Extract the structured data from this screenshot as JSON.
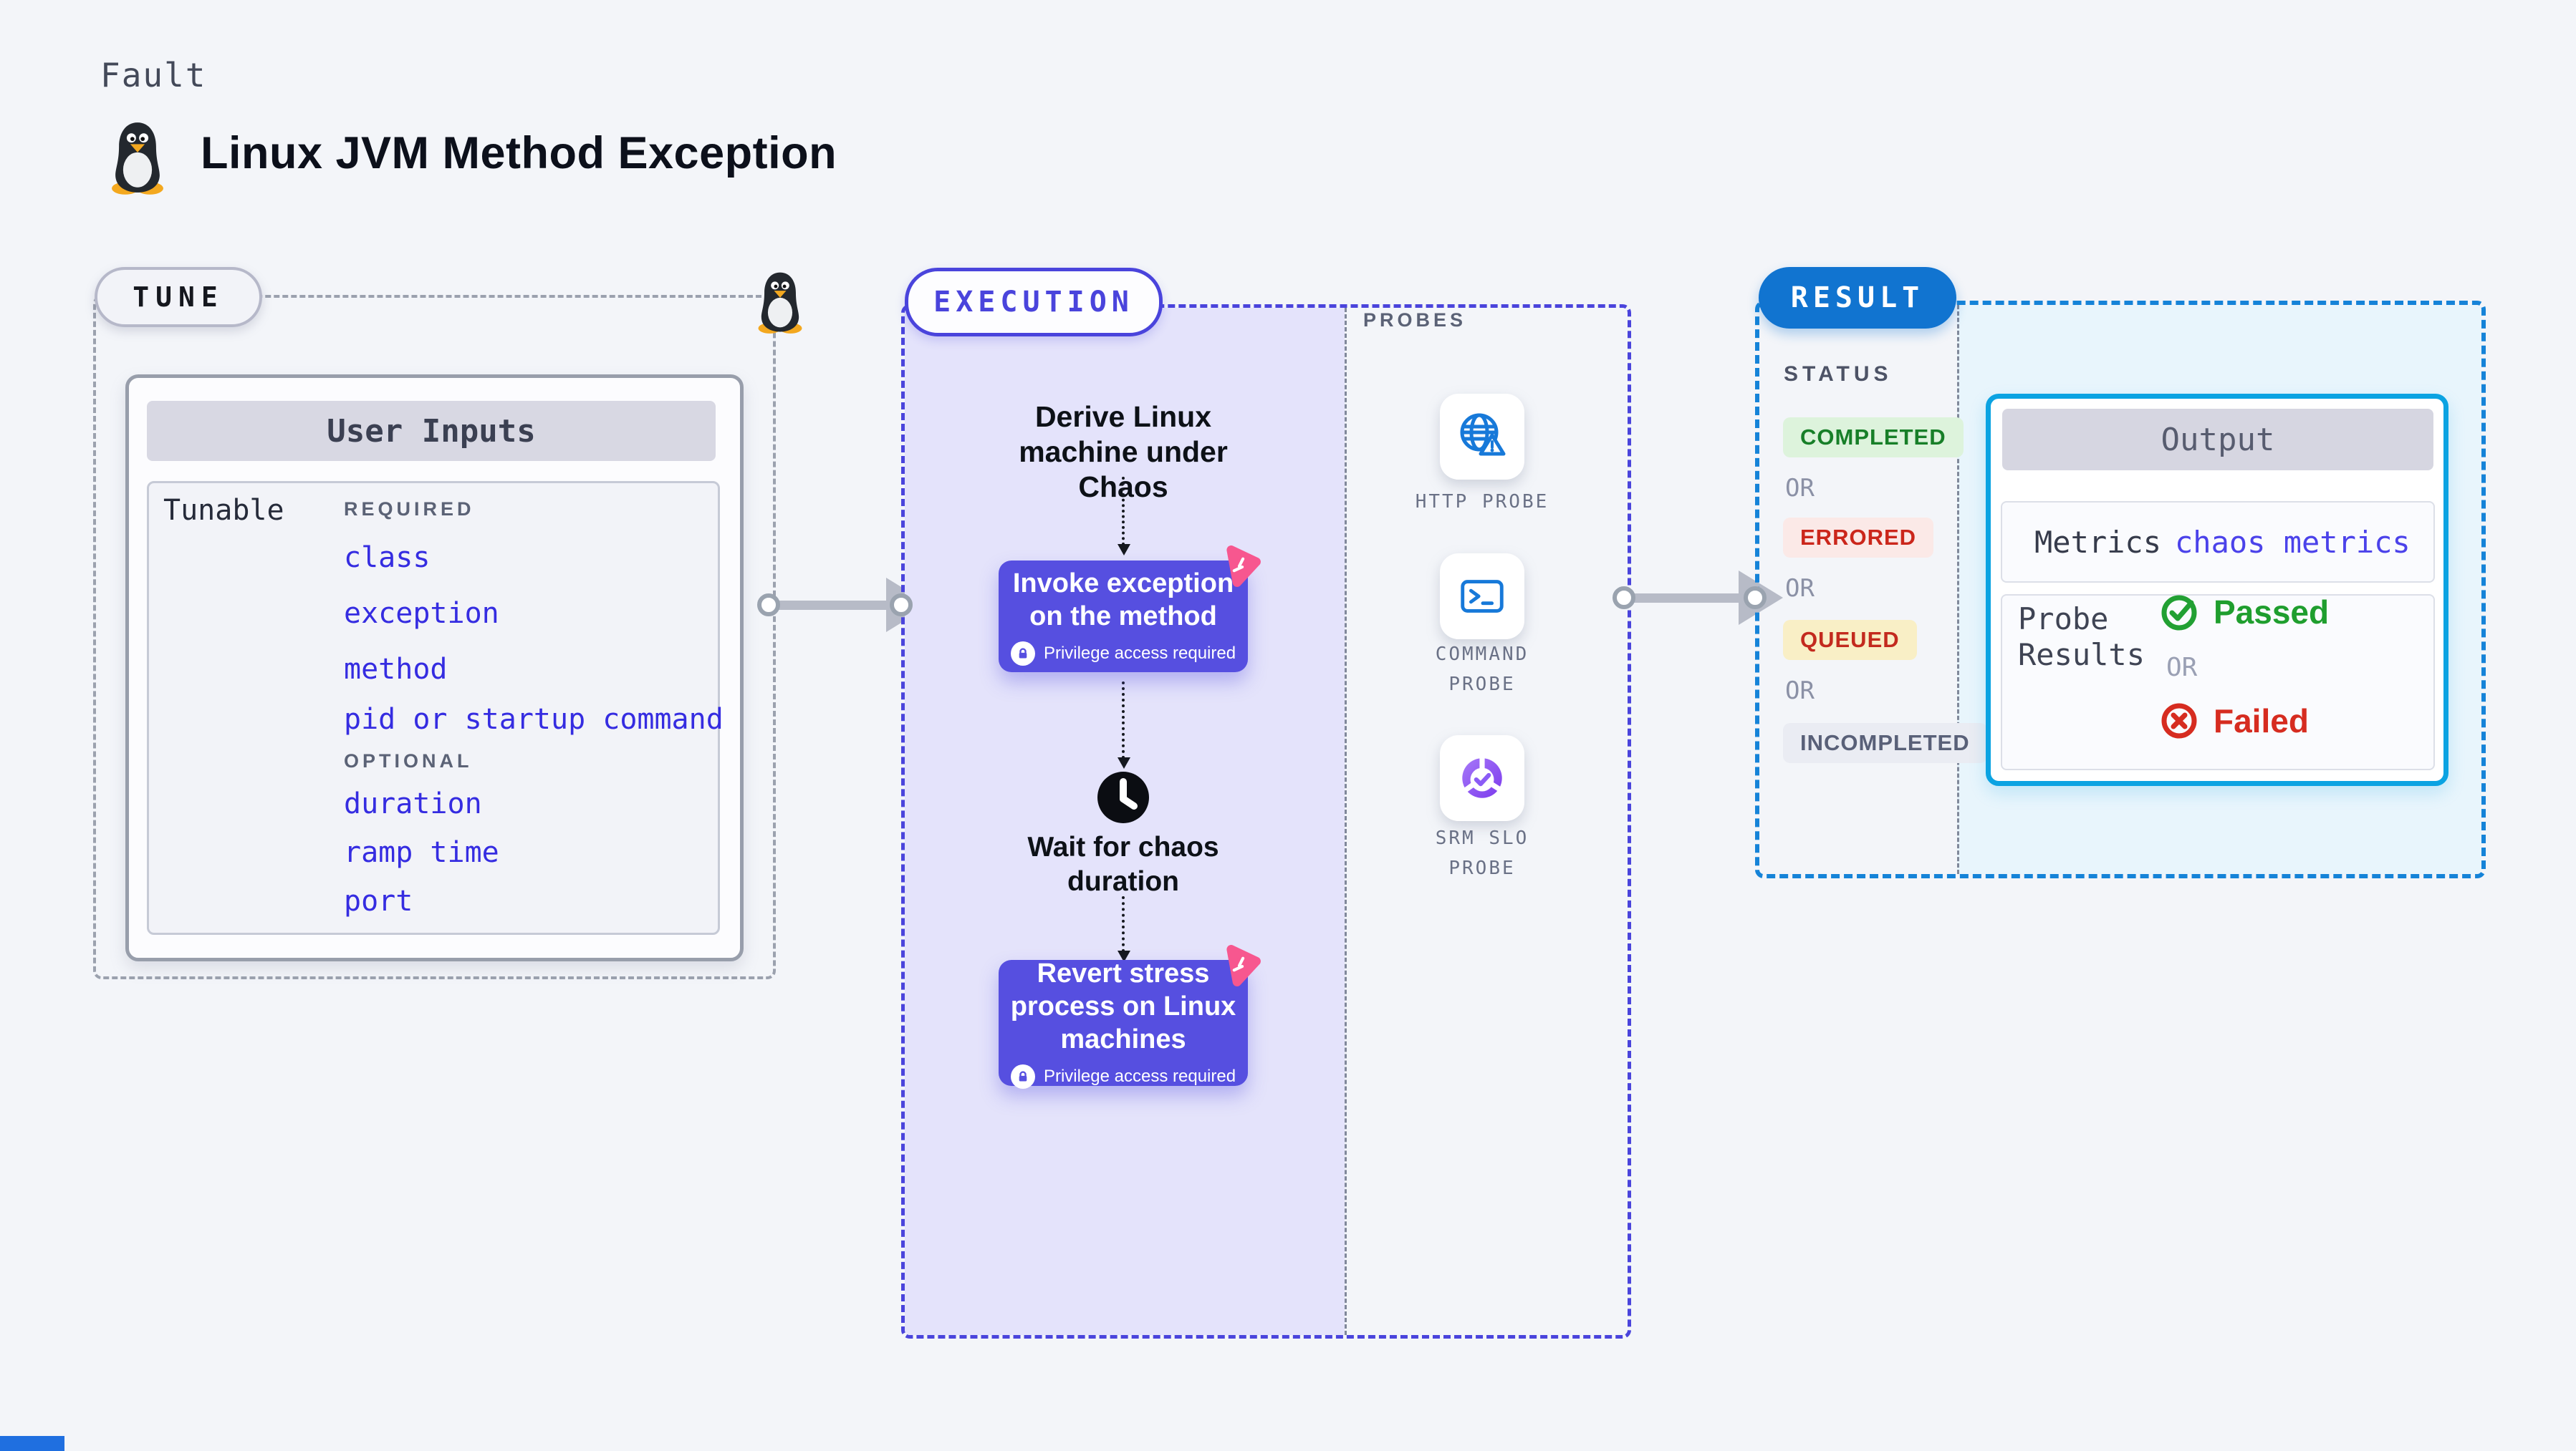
{
  "header": {
    "fault_label": "Fault",
    "title": "Linux JVM Method Exception",
    "penguin_icon": "tux-penguin-icon"
  },
  "tune": {
    "pill_label": "TUNE",
    "user_inputs_title": "User Inputs",
    "tunable_label": "Tunable",
    "required_label": "REQUIRED",
    "required_items": [
      "class",
      "exception",
      "method",
      "pid or startup command"
    ],
    "optional_label": "OPTIONAL",
    "optional_items": [
      "duration",
      "ramp time",
      "port"
    ]
  },
  "execution": {
    "pill_label": "EXECUTION",
    "step1": "Derive Linux machine under Chaos",
    "action1": "Invoke exception on the method",
    "privilege_note": "Privilege access required",
    "wait_step": "Wait for chaos duration",
    "action2": "Revert stress process on Linux machines"
  },
  "probes": {
    "label": "PROBES",
    "items": [
      {
        "name": "HTTP PROBE",
        "icon": "globe-alert-icon"
      },
      {
        "name": "COMMAND PROBE",
        "icon": "terminal-icon"
      },
      {
        "name": "SRM SLO PROBE",
        "icon": "slo-donut-check-icon"
      }
    ]
  },
  "result": {
    "pill_label": "RESULT",
    "status_label": "STATUS",
    "or_label": "OR",
    "statuses": [
      {
        "label": "COMPLETED",
        "text_color": "#177f28",
        "bg_color": "#ddf3dc"
      },
      {
        "label": "ERRORED",
        "text_color": "#cb261b",
        "bg_color": "#fbe9e7"
      },
      {
        "label": "QUEUED",
        "text_color": "#c32a1e",
        "bg_color": "#f9efc6"
      },
      {
        "label": "INCOMPLETED",
        "text_color": "#596078",
        "bg_color": "#eaecf3"
      }
    ],
    "output": {
      "title": "Output",
      "metrics_label": "Metrics",
      "metrics_value": "chaos metrics",
      "probe_results_label": "Probe Results",
      "passed_label": "Passed",
      "failed_label": "Failed"
    }
  },
  "colors": {
    "page_bg": "#f3f5f9",
    "accent_indigo": "#564fe0",
    "execution_bg": "#e4e3fb",
    "execution_dash": "#4a44dc",
    "tune_dash": "#9ba1ae",
    "result_dash": "#1583d8",
    "result_pill_bg": "#1174d0",
    "output_border": "#0ba3e2",
    "output_area_bg": "#e8f5fc",
    "link_blue": "#352ce1",
    "metrics_link": "#4b42ea",
    "passed_green": "#1f9e2e",
    "failed_red": "#d62c20",
    "probe_icon_blue": "#1779d9",
    "chaos_badge_pink": "#f7578f",
    "arrow_gray": "#b7bbc7"
  }
}
